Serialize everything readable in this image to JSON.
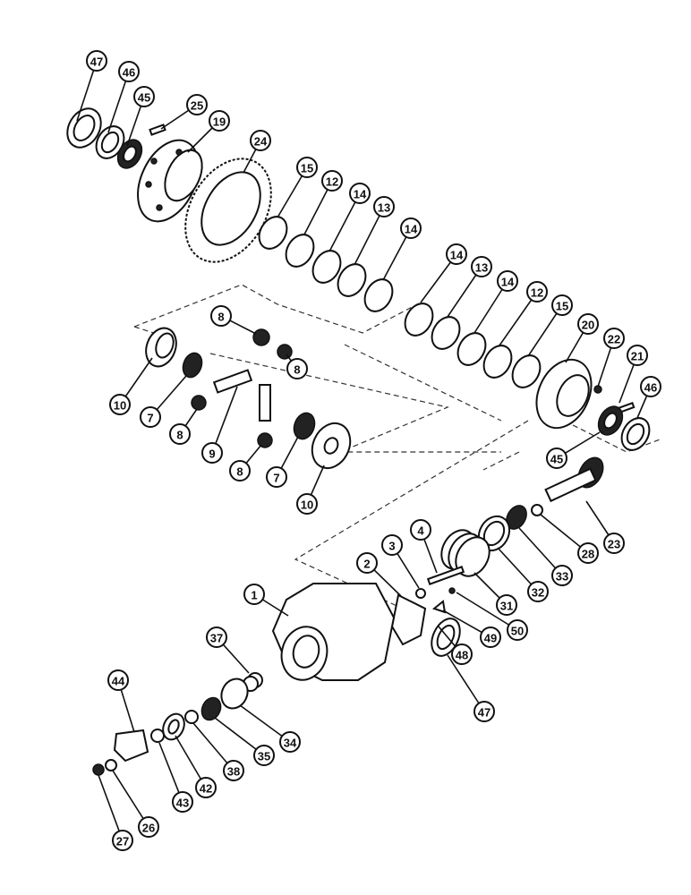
{
  "callouts": [
    {
      "id": "c47a",
      "label": "47"
    },
    {
      "id": "c46a",
      "label": "46"
    },
    {
      "id": "c45a",
      "label": "45"
    },
    {
      "id": "c25",
      "label": "25"
    },
    {
      "id": "c19",
      "label": "19"
    },
    {
      "id": "c24",
      "label": "24"
    },
    {
      "id": "c15a",
      "label": "15"
    },
    {
      "id": "c12a",
      "label": "12"
    },
    {
      "id": "c14a",
      "label": "14"
    },
    {
      "id": "c13a",
      "label": "13"
    },
    {
      "id": "c14b",
      "label": "14"
    },
    {
      "id": "c14c",
      "label": "14"
    },
    {
      "id": "c13b",
      "label": "13"
    },
    {
      "id": "c14d",
      "label": "14"
    },
    {
      "id": "c12b",
      "label": "12"
    },
    {
      "id": "c15b",
      "label": "15"
    },
    {
      "id": "c20",
      "label": "20"
    },
    {
      "id": "c22",
      "label": "22"
    },
    {
      "id": "c21",
      "label": "21"
    },
    {
      "id": "c46b",
      "label": "46"
    },
    {
      "id": "c8a",
      "label": "8"
    },
    {
      "id": "c8b",
      "label": "8"
    },
    {
      "id": "c10a",
      "label": "10"
    },
    {
      "id": "c7a",
      "label": "7"
    },
    {
      "id": "c8c",
      "label": "8"
    },
    {
      "id": "c9",
      "label": "9"
    },
    {
      "id": "c8d",
      "label": "8"
    },
    {
      "id": "c7b",
      "label": "7"
    },
    {
      "id": "c10b",
      "label": "10"
    },
    {
      "id": "c45b",
      "label": "45"
    },
    {
      "id": "c23",
      "label": "23"
    },
    {
      "id": "c28",
      "label": "28"
    },
    {
      "id": "c33",
      "label": "33"
    },
    {
      "id": "c32",
      "label": "32"
    },
    {
      "id": "c31",
      "label": "31"
    },
    {
      "id": "c4",
      "label": "4"
    },
    {
      "id": "c3",
      "label": "3"
    },
    {
      "id": "c2",
      "label": "2"
    },
    {
      "id": "c1",
      "label": "1"
    },
    {
      "id": "c50",
      "label": "50"
    },
    {
      "id": "c49",
      "label": "49"
    },
    {
      "id": "c48",
      "label": "48"
    },
    {
      "id": "c47b",
      "label": "47"
    },
    {
      "id": "c37",
      "label": "37"
    },
    {
      "id": "c34",
      "label": "34"
    },
    {
      "id": "c35",
      "label": "35"
    },
    {
      "id": "c38",
      "label": "38"
    },
    {
      "id": "c42",
      "label": "42"
    },
    {
      "id": "c43",
      "label": "43"
    },
    {
      "id": "c44",
      "label": "44"
    },
    {
      "id": "c26",
      "label": "26"
    },
    {
      "id": "c27",
      "label": "27"
    }
  ]
}
